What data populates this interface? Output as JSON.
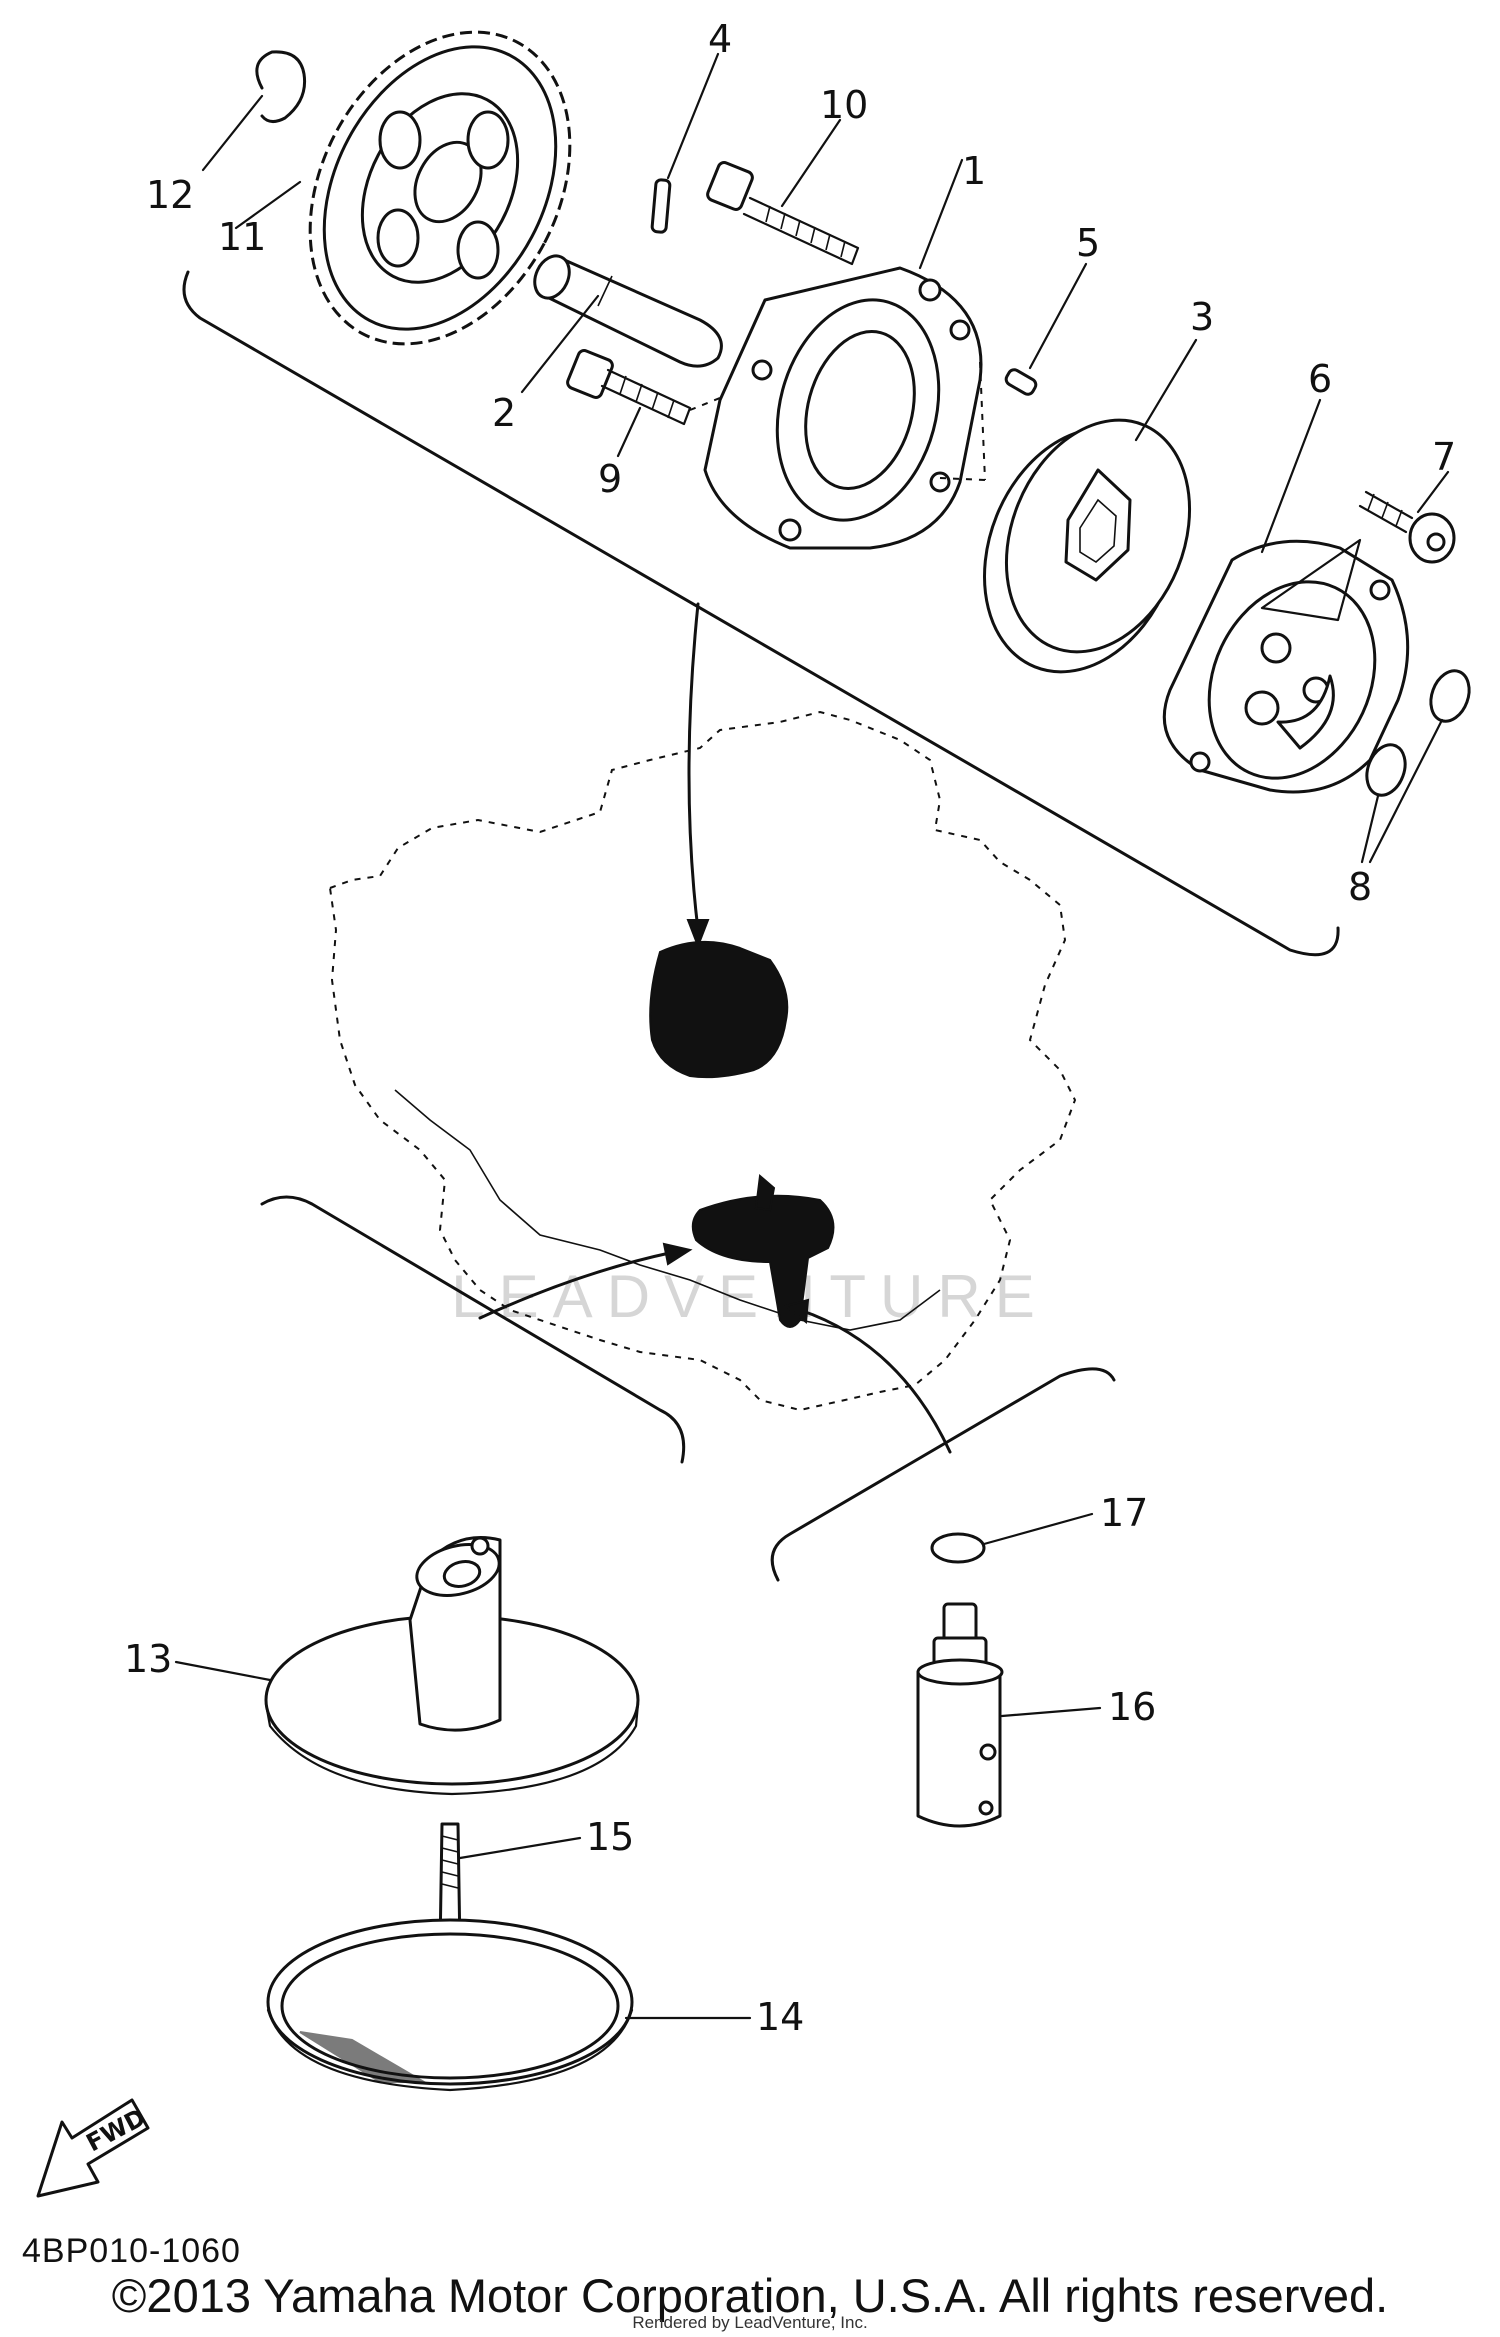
{
  "diagram": {
    "callouts": [
      "1",
      "2",
      "3",
      "4",
      "5",
      "6",
      "7",
      "8",
      "9",
      "10",
      "11",
      "12",
      "13",
      "14",
      "15",
      "16",
      "17"
    ],
    "fwd_label": "FWD",
    "diagram_code": "4BP010-1060",
    "copyright": "©2013 Yamaha Motor Corporation, U.S.A. All rights reserved.",
    "rendered_by": "Rendered by LeadVenture, Inc.",
    "watermark": "LEADVENTURE"
  }
}
